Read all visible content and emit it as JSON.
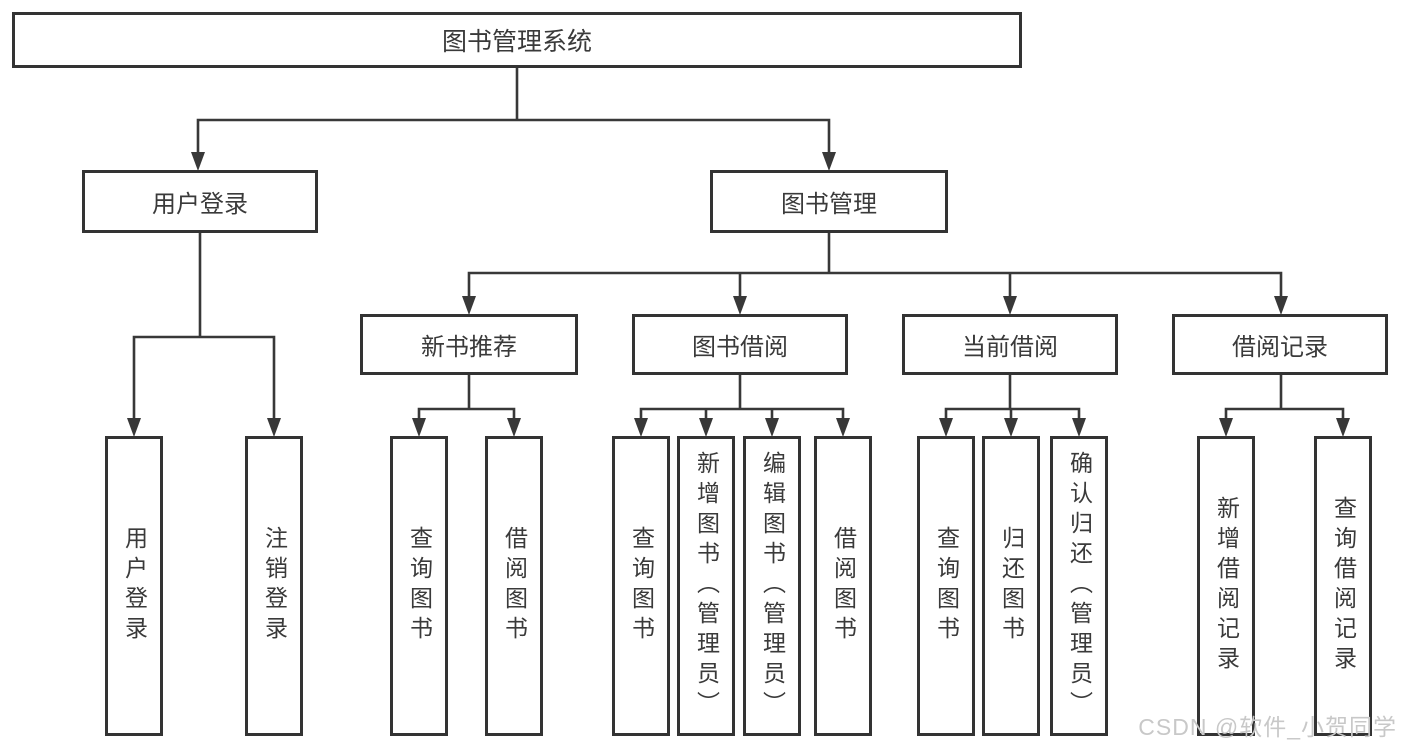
{
  "nodes": {
    "root": "图书管理系统",
    "login_branch": "用户登录",
    "mgmt_branch": "图书管理",
    "login_leaf_1": "用户登录",
    "login_leaf_2": "注销登录",
    "rec_group": "新书推荐",
    "borrow_group": "图书借阅",
    "current_group": "当前借阅",
    "records_group": "借阅记录",
    "rec_leaf_1": "查询图书",
    "rec_leaf_2": "借阅图书",
    "borrow_leaf_1": "查询图书",
    "borrow_leaf_2": "新增图书（管理员）",
    "borrow_leaf_3": "编辑图书（管理员）",
    "borrow_leaf_4": "借阅图书",
    "current_leaf_1": "查询图书",
    "current_leaf_2": "归还图书",
    "current_leaf_3": "确认归还（管理员）",
    "records_leaf_1": "新增借阅记录",
    "records_leaf_2": "查询借阅记录"
  },
  "watermark": {
    "text": "CSDN @软件_小贺同学"
  },
  "colors": {
    "line": "#383838",
    "box_border": "#333333",
    "text": "#3a3a3a",
    "watermark": "#c8c8c8",
    "background": "#ffffff"
  }
}
